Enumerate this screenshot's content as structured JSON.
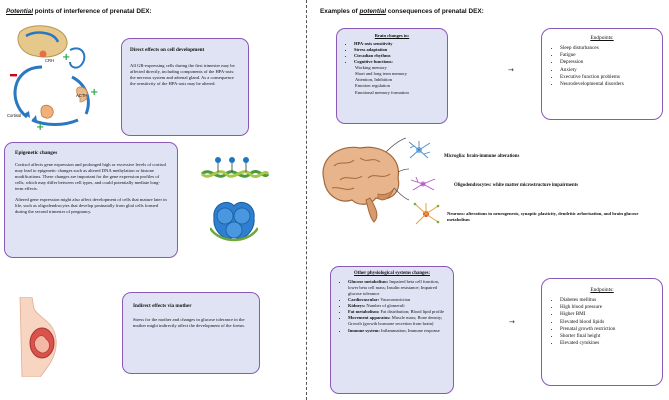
{
  "left": {
    "heading_prefix": "Potential",
    "heading_rest": " points of interference of prenatal DEX:",
    "axis_labels": {
      "crh": "CRH",
      "acth": "ACTH",
      "cortisol": "Cortisol"
    },
    "box1": {
      "title": "Direct effects on cell development",
      "text": "All GR-expressing cells during the first trimester may be affected directly, including components of the HPA-axis: the nervous system and adrenal gland. As a consequence the sensitivity of the HPA-axis may be altered."
    },
    "box2": {
      "title": "Epigenetic changes",
      "p1": "Cortisol affects gene expression and prolonged high or excessive levels of cortisol may lead to epigenetic changes such as altered DNA methylation or histone modifications. These changes are important for the gene expression profiles of cells, which may differ between cell types, and could potentially mediate long-term effects.",
      "p2": "Altered gene expression might also affect development of cells that mature later in life, such as oligodendrocytes that develop postnatally from glial cells formed during the second trimester of pregnancy."
    },
    "box3": {
      "title": "Indirect effects via mother",
      "text": "Stress for the mother and changes in glucose tolerance in the mother might indirectly affect the development of the foetus."
    }
  },
  "right": {
    "heading_prefix": "Examples of ",
    "heading_italic": "potential",
    "heading_rest": " consequences of prenatal DEX:",
    "brain": {
      "title": "Brain changes in:",
      "bold_items": [
        "HPA-axis sensitivity",
        "Stress adaptation",
        "Circadian rhythms",
        "Cognitive functions:"
      ],
      "sub_items": [
        "Working memory",
        "Short and long term memory",
        "Attention, Inhibition",
        "Emotion regulation",
        "Emotional memory formation"
      ]
    },
    "endpoints1": {
      "title": "Endpoints:",
      "items": [
        "Sleep disturbances",
        "Fatigue",
        "Depression",
        "Anxiety",
        "Executive function problems",
        "Neurodevelopmental disorders"
      ]
    },
    "cells": {
      "microglia": "Microglia: brain-immune alterations",
      "oligo": "Oligodendrocytes: white matter microstructure impairments",
      "neurons": "Neurons: alterations in neurogenesis, synaptic plasticity, dendritic arborisation, and brain glucose metabolism"
    },
    "physio": {
      "title": "Other physiological systems changes:",
      "items": [
        {
          "b": "Glucose metabolism:",
          "t": " Impaired beta cell function, lower beta cell mass; Insulin resistance; Impaired glucose tolerance"
        },
        {
          "b": "Cardiovascular:",
          "t": " Vasoconstriction"
        },
        {
          "b": "Kidneys:",
          "t": " Number of glomeruli"
        },
        {
          "b": "Fat metabolism:",
          "t": " Fat distribution; Blood lipid profile"
        },
        {
          "b": "Movement apparatus:",
          "t": " Muscle mass; Bone density; Growth (growth hormone secretion from brain)"
        },
        {
          "b": "Immune system:",
          "t": " Inflammation; Immune response"
        }
      ]
    },
    "endpoints2": {
      "title": "Endpoints:",
      "items": [
        "Diabetes mellitus",
        "High blood pressure",
        "Higher BMI",
        "Elevated blood lipids",
        "Prenatal growth restriction",
        "Shorter final height",
        "Elevated cytokines"
      ]
    },
    "arrow": "→"
  },
  "colors": {
    "box_fill": "#dfe3f3",
    "box_border": "#8a58b6",
    "plus": "#28a745",
    "minus": "#d0021b"
  }
}
